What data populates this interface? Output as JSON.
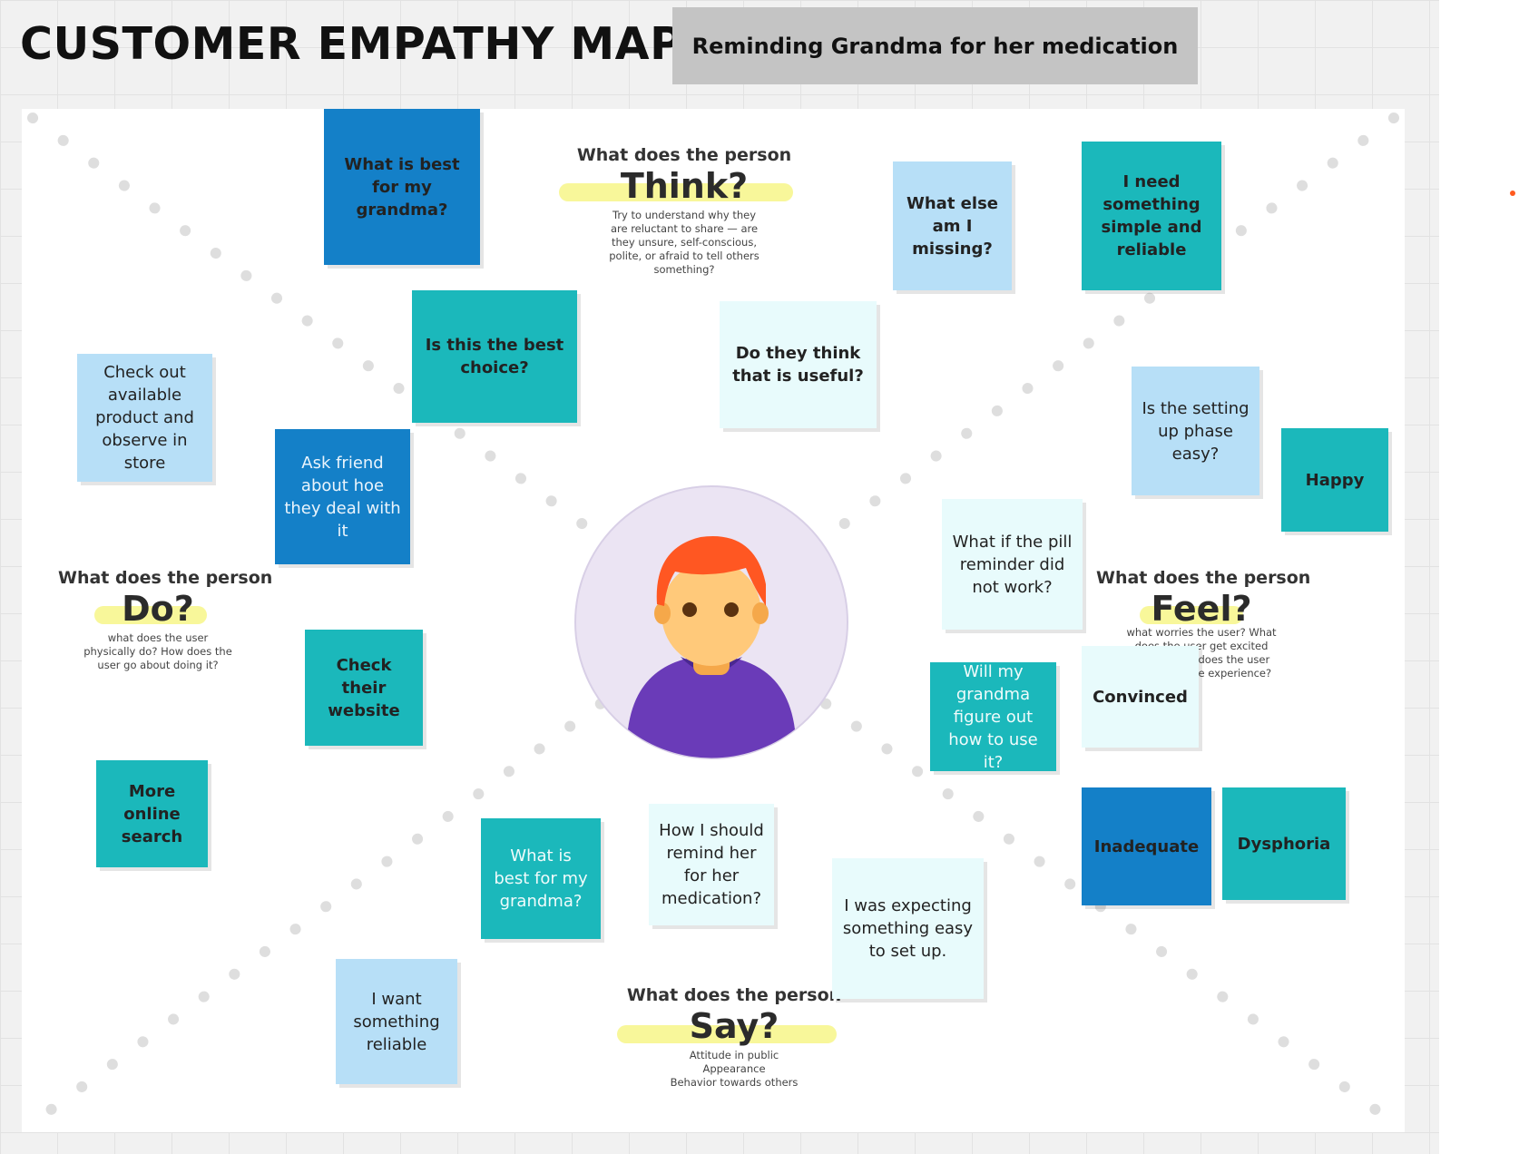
{
  "title": "CUSTOMER EMPATHY MAP",
  "subtitle": "Reminding Grandma for her medication",
  "colors": {
    "blue": "#1480c8",
    "teal": "#1bb8bb",
    "light_blue": "#b7dff7",
    "pale": "#e8fbfc",
    "highlight": "#f8f79a",
    "subtitle_bg": "#c4c4c4"
  },
  "sections": {
    "think": {
      "question": "What does the person",
      "keyword": "Think?",
      "description": "Try to understand why they are reluctant to share — are they unsure, self-conscious, polite, or afraid to tell others something?"
    },
    "do": {
      "question": "What does the person",
      "keyword": "Do?",
      "description": "what does the user physically do? How does the user go about doing it?"
    },
    "feel": {
      "question": "What does the person",
      "keyword": "Feel?",
      "description": "what worries the user? What does the user get excited about? How does the user feel about the experience?"
    },
    "say": {
      "question": "What does the person",
      "keyword": "Say?",
      "description_lines": [
        "Attitude in public",
        "Appearance",
        "Behavior towards others"
      ]
    }
  },
  "avatar_icon": "person-avatar-icon",
  "notes": [
    {
      "text": "What is best for my grandma?",
      "color": "blue"
    },
    {
      "text": "Is this the best choice?",
      "color": "teal"
    },
    {
      "text": "Check out available product and observe in store",
      "color": "light_blue"
    },
    {
      "text": "Ask friend about hoe they deal with it",
      "color": "blue"
    },
    {
      "text": "Check their website",
      "color": "teal"
    },
    {
      "text": "More online search",
      "color": "teal"
    },
    {
      "text": "What else am I missing?",
      "color": "light_blue"
    },
    {
      "text": "I need something simple and reliable",
      "color": "teal"
    },
    {
      "text": "Do they think that is useful?",
      "color": "pale"
    },
    {
      "text": "Is the setting up phase easy?",
      "color": "light_blue"
    },
    {
      "text": "Happy",
      "color": "teal"
    },
    {
      "text": "What if the pill reminder did not work?",
      "color": "pale"
    },
    {
      "text": "Will my grandma figure out how to use it?",
      "color": "teal"
    },
    {
      "text": "Convinced",
      "color": "pale"
    },
    {
      "text": "Inadequate",
      "color": "blue"
    },
    {
      "text": "Dysphoria",
      "color": "teal"
    },
    {
      "text": "What is best for my grandma?",
      "color": "teal"
    },
    {
      "text": "How I should remind her for her medication?",
      "color": "pale"
    },
    {
      "text": "I was expecting something easy to set up.",
      "color": "pale"
    },
    {
      "text": "I want something reliable",
      "color": "light_blue"
    }
  ]
}
